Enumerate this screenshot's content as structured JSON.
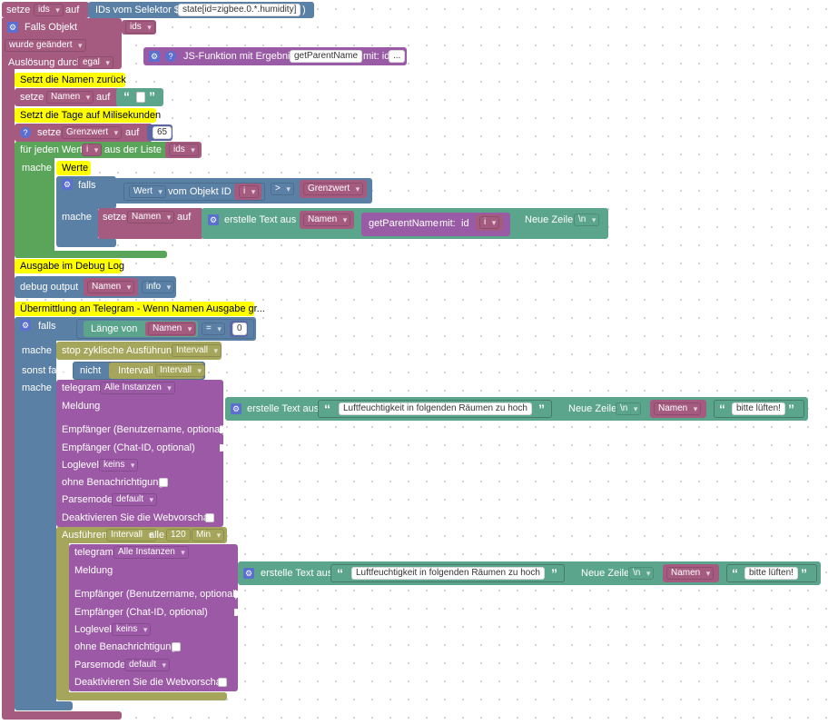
{
  "colors": {
    "variable": "#a55b80",
    "logic": "#5b80a5",
    "loop": "#5ba55b",
    "text": "#5ba58c",
    "function": "#995ba5",
    "comment": "#ffff00",
    "timer": "#a5a55b",
    "telegram": "#9c5aa6"
  },
  "header": {
    "setze": "setze",
    "var": "ids",
    "auf": "auf",
    "selector_label": "IDs vom Selektor $(",
    "selector_value": "state[id=zigbee.0.*.humidity]",
    "selector_close": ")"
  },
  "trigger": {
    "label": "Falls Objekt",
    "var": "ids",
    "changed": "wurde geändert",
    "triggered_by": "Auslösung durch",
    "trigger_value": "egal"
  },
  "floating_func": {
    "label": "JS-Funktion mit Ergebnis",
    "name": "getParentName",
    "with": "mit: id",
    "more": "..."
  },
  "body": {
    "comment1": "Setzt die Namen zurück",
    "set_names": {
      "setze": "setze",
      "var": "Namen",
      "auf": "auf"
    },
    "comment2": "Setzt die Tage auf Milisekunden",
    "set_limit": {
      "setze": "setze",
      "var": "Grenzwert",
      "auf": "auf",
      "value": "65"
    },
    "foreach": {
      "label": "für jeden Wert",
      "var": "i",
      "list_label": "aus der Liste",
      "list_var": "ids",
      "mache": "mache"
    },
    "comment3": "Werte",
    "if_inner": {
      "falls": "falls",
      "wert": "Wert",
      "vom": "vom Objekt ID",
      "id_var": "i",
      "op": ">",
      "limit": "Grenzwert",
      "mache": "mache",
      "setze": "setze",
      "set_var": "Namen",
      "auf": "auf",
      "create_text": "erstelle Text aus",
      "names": "Namen",
      "func": "getParentName",
      "func_with": "mit:",
      "func_id": "id",
      "func_arg": "i",
      "newline_label": "Neue Zeile",
      "newline_val": "\\n"
    },
    "comment4": "Ausgabe im Debug Log",
    "debug": {
      "label": "debug output",
      "var": "Namen",
      "level": "info"
    },
    "comment5": "Übermittlung an Telegram - Wenn Namen Ausgabe gr...",
    "if2": {
      "falls": "falls",
      "length_of": "Länge von",
      "names": "Namen",
      "op": "=",
      "zero": "0",
      "mache": "mache",
      "stop": "stop zyklische Ausführung",
      "interval": "Intervall",
      "sonst_falls": "sonst falls",
      "nicht": "nicht",
      "interval_label": "Intervall",
      "interval_var": "Intervall",
      "mache2": "mache"
    },
    "telegram1": {
      "label": "telegram",
      "instance": "Alle Instanzen",
      "message": "Meldung",
      "create_text": "erstelle Text aus",
      "text_msg": "Luftfeuchtigkeit in folgenden Räumen zu hoch",
      "newline_label": "Neue Zeile",
      "newline_val": "\\n",
      "names": "Namen",
      "text_end": "bitte lüften!",
      "receiver_user": "Empfänger (Benutzername, optional)",
      "receiver_chat": "Empfänger (Chat-ID, optional)",
      "loglevel": "Loglevel",
      "loglevel_val": "keins",
      "no_notify": "ohne Benachrichtigung",
      "parsemode": "Parsemode",
      "parsemode_val": "default",
      "disable_preview": "Deaktivieren Sie die Webvorschau"
    },
    "timer": {
      "label": "Ausführen",
      "var": "Intervall",
      "every": "alle",
      "value": "120",
      "unit": "Min"
    },
    "telegram2": {
      "label": "telegram",
      "instance": "Alle Instanzen",
      "message": "Meldung",
      "create_text": "erstelle Text aus",
      "text_msg": "Luftfeuchtigkeit in folgenden Räumen zu hoch",
      "newline_label": "Neue Zeile",
      "newline_val": "\\n",
      "names": "Namen",
      "text_end": "bitte lüften!",
      "receiver_user": "Empfänger (Benutzername, optional)",
      "receiver_chat": "Empfänger (Chat-ID, optional)",
      "loglevel": "Loglevel",
      "loglevel_val": "keins",
      "no_notify": "ohne Benachrichtigung",
      "parsemode": "Parsemode",
      "parsemode_val": "default",
      "disable_preview": "Deaktivieren Sie die Webvorschau"
    }
  }
}
